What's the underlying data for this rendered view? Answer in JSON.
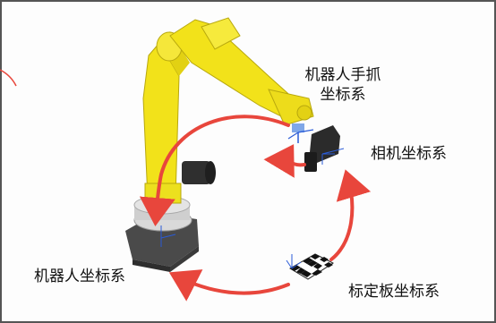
{
  "labels": {
    "gripper_line1": "机器人手抓",
    "gripper_line2": "坐标系",
    "camera": "相机坐标系",
    "robot": "机器人坐标系",
    "board": "标定板坐标系"
  },
  "colors": {
    "robot_yellow": "#f2e21a",
    "robot_dark": "#3a3a3a",
    "arrow_red": "#e8463c",
    "axis_blue": "#2a5bd7"
  }
}
